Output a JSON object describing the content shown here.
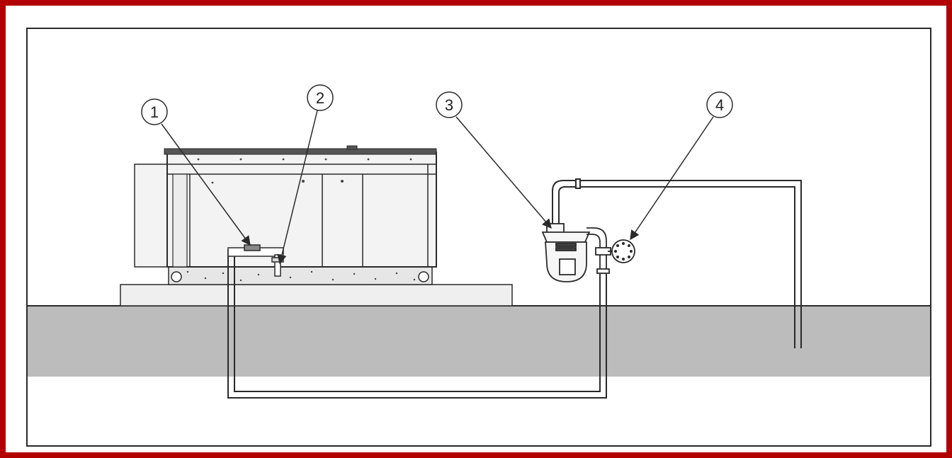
{
  "colors": {
    "frame_red": "#b30000",
    "ground_gray": "#bcbcbc",
    "line": "#2a2a2a"
  },
  "callouts": [
    {
      "label": "1"
    },
    {
      "label": "2"
    },
    {
      "label": "3"
    },
    {
      "label": "4"
    }
  ]
}
